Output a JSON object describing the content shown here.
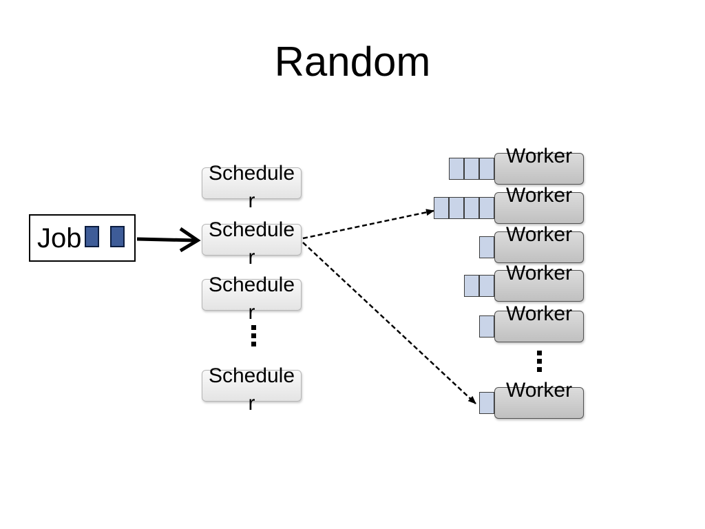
{
  "slide": {
    "title": "Random"
  },
  "job": {
    "label": "Job",
    "task_count": 2,
    "task_color": "#3e5c98"
  },
  "schedulers": {
    "items": [
      {
        "label": "Scheduler"
      },
      {
        "label": "Scheduler"
      },
      {
        "label": "Scheduler"
      },
      {
        "label": "Scheduler"
      }
    ]
  },
  "workers": {
    "items": [
      {
        "label": "Worker",
        "queue_length": 3
      },
      {
        "label": "Worker",
        "queue_length": 4
      },
      {
        "label": "Worker",
        "queue_length": 1
      },
      {
        "label": "Worker",
        "queue_length": 2
      },
      {
        "label": "Worker",
        "queue_length": 1
      },
      {
        "label": "Worker",
        "queue_length": 1
      }
    ],
    "queue_color": "#c9d4e8"
  },
  "arrows": {
    "job_to_scheduler": "solid",
    "probes": "dashed"
  }
}
